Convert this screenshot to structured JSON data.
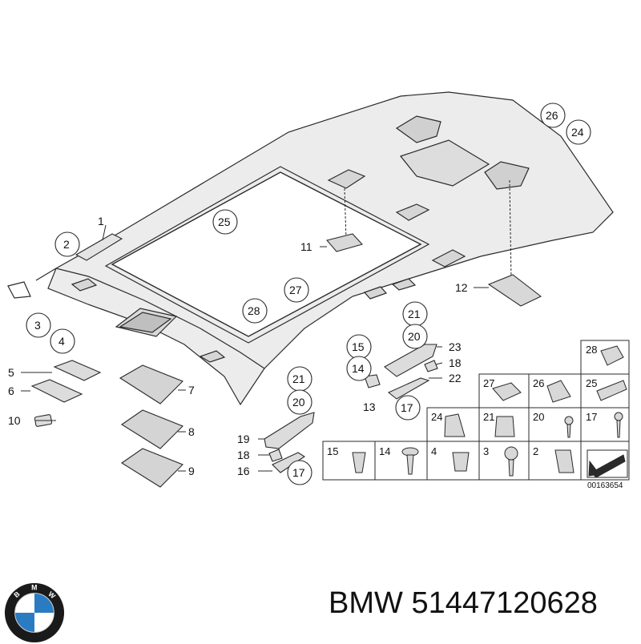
{
  "diagram": {
    "callouts_left": [
      "1",
      "2",
      "3",
      "4",
      "5",
      "6",
      "10",
      "7",
      "8",
      "9"
    ],
    "callouts_center": [
      "25",
      "27",
      "28",
      "11",
      "12",
      "26",
      "24"
    ],
    "callouts_mid": [
      "21",
      "20",
      "19",
      "18",
      "16",
      "17",
      "15",
      "14",
      "13",
      "21",
      "20",
      "23",
      "18",
      "22",
      "17"
    ],
    "grid_labels": [
      "28",
      "27",
      "26",
      "25",
      "24",
      "21",
      "20",
      "17",
      "15",
      "14",
      "4",
      "3",
      "2"
    ],
    "drawing_number": "00163654"
  },
  "footer": {
    "brand": "BMW",
    "part_number": "51447120628",
    "logo_text": "BMW"
  },
  "colors": {
    "line": "#2a2a2a",
    "panel_fill": "#eeeeee",
    "logo_blue": "#2a7bc2",
    "logo_ring": "#1a1a1a"
  }
}
